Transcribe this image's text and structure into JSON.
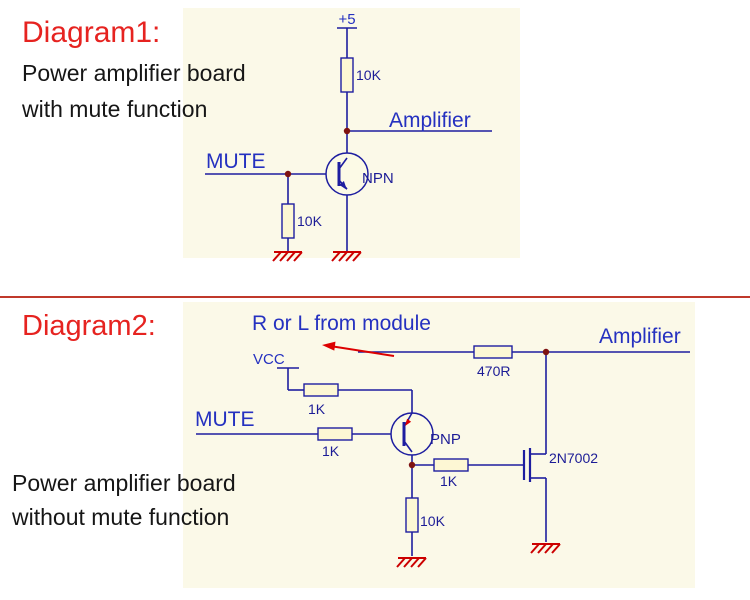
{
  "colors": {
    "accent_red": "#e62320",
    "circuit_blue": "#1e1ea0",
    "label_blue": "#2531c0",
    "ground_red": "#cc0000",
    "panel_cream": "#fbf9e8"
  },
  "diagram1": {
    "title": "Diagram1:",
    "description_line1": "Power amplifier board",
    "description_line2": "with mute function",
    "labels": {
      "power": "+5",
      "r_top": "10K",
      "amplifier": "Amplifier",
      "mute": "MUTE",
      "r_mute": "10K",
      "transistor": "NPN"
    }
  },
  "diagram2": {
    "title": "Diagram2:",
    "description_line1": "Power amplifier board",
    "description_line2": "without mute function",
    "labels": {
      "signal": "R or L from module",
      "amplifier": "Amplifier",
      "r_series": "470R",
      "vcc": "VCC",
      "r_vcc": "1K",
      "mute": "MUTE",
      "r_base": "1K",
      "transistor": "PNP",
      "r_gate": "1K",
      "r_pulldown": "10K",
      "mosfet": "2N7002"
    }
  }
}
